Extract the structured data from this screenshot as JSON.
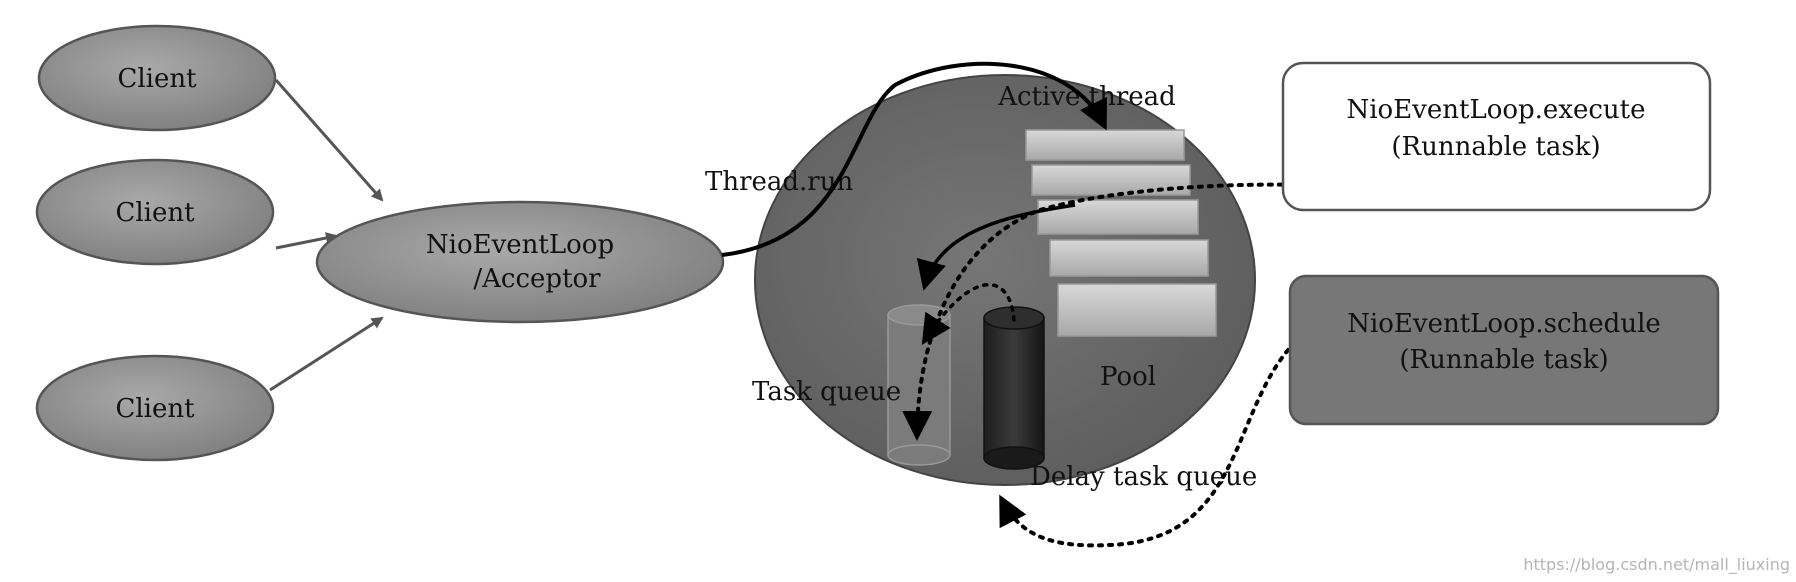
{
  "clients": [
    {
      "label": "Client"
    },
    {
      "label": "Client"
    },
    {
      "label": "Client"
    }
  ],
  "acceptor": {
    "line1": "NioEventLoop",
    "line2": "/Acceptor"
  },
  "thread_run": "Thread.run",
  "active_thread": "Active thread",
  "task_queue": "Task queue",
  "pool": "Pool",
  "delay_task_queue": "Delay task queue",
  "execute_box": {
    "line1": "NioEventLoop.execute",
    "line2": "(Runnable task)"
  },
  "schedule_box": {
    "line1": "NioEventLoop.schedule",
    "line2": "(Runnable task)"
  },
  "watermark": "https://blog.csdn.net/mall_liuxing",
  "colors": {
    "node_fill": "#8f8f8f",
    "event_loop_fill": "#6f6f6f",
    "pool_bar": "#c4c4c4",
    "schedule_box": "#777777",
    "edge_arrow": "#555555"
  }
}
